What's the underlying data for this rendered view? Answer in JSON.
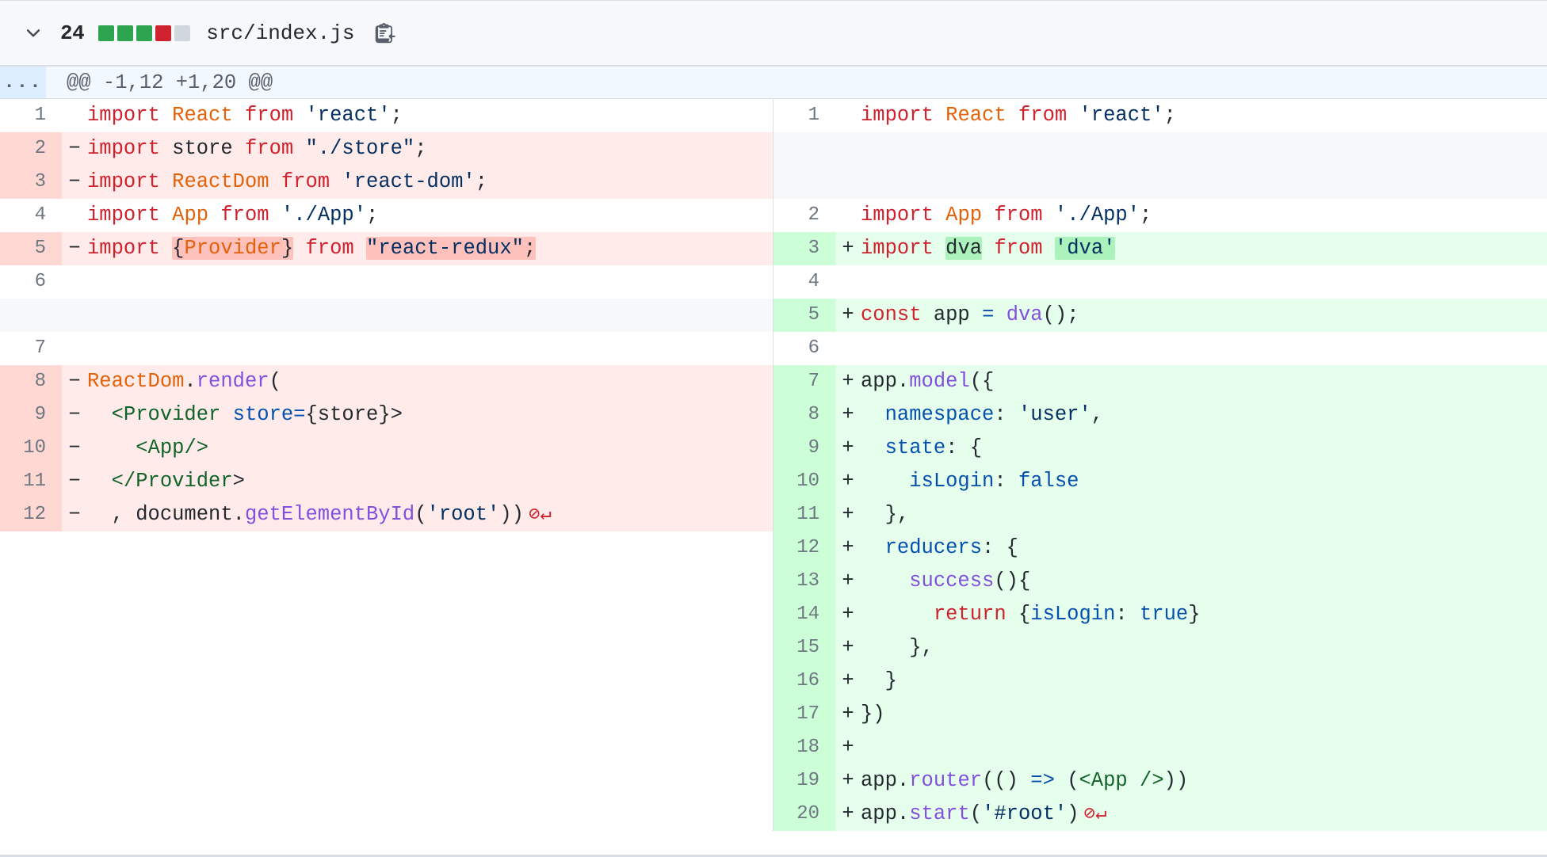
{
  "header": {
    "chevron_icon": "chevron-down-icon",
    "changes_count": "24",
    "diffstat_blocks": [
      "add",
      "add",
      "add",
      "del",
      "neutral"
    ],
    "file_path": "src/index.js",
    "copy_icon": "copy-path-icon"
  },
  "hunk": {
    "expand_label": "...",
    "header": "@@ -1,12 +1,20 @@"
  },
  "colors": {
    "add_bg": "#e6ffec",
    "add_num_bg": "#ccffd8",
    "add_word": "#abf2bc",
    "del_bg": "#ffebe9",
    "del_num_bg": "#ffd8d3",
    "del_word": "#ffc1bc",
    "hunk_bg": "#f1f8ff",
    "empty_bg": "#f6f8fa",
    "border": "#d8dee4",
    "diffstat_add": "#2da44e",
    "diffstat_del": "#cf222e",
    "diffstat_neutral": "#d0d7de"
  },
  "rows": [
    {
      "left": {
        "state": "ctx",
        "num": "1",
        "marker": "",
        "code": "import React from 'react';"
      },
      "right": {
        "state": "ctx",
        "num": "1",
        "marker": "",
        "code": "import React from 'react';"
      }
    },
    {
      "left": {
        "state": "del",
        "num": "2",
        "marker": "−",
        "code": "import store from \"./store\";"
      },
      "right": {
        "state": "empty",
        "num": "",
        "marker": "",
        "code": ""
      }
    },
    {
      "left": {
        "state": "del",
        "num": "3",
        "marker": "−",
        "code": "import ReactDom from 'react-dom';"
      },
      "right": {
        "state": "empty",
        "num": "",
        "marker": "",
        "code": ""
      }
    },
    {
      "left": {
        "state": "ctx",
        "num": "4",
        "marker": "",
        "code": "import App from './App';"
      },
      "right": {
        "state": "ctx",
        "num": "2",
        "marker": "",
        "code": "import App from './App';"
      }
    },
    {
      "left": {
        "state": "del",
        "num": "5",
        "marker": "−",
        "code": "import {Provider} from \"react-redux\";"
      },
      "right": {
        "state": "add",
        "num": "3",
        "marker": "+",
        "code": "import dva from 'dva'"
      }
    },
    {
      "left": {
        "state": "ctx",
        "num": "6",
        "marker": "",
        "code": ""
      },
      "right": {
        "state": "ctx",
        "num": "4",
        "marker": "",
        "code": ""
      }
    },
    {
      "left": {
        "state": "empty",
        "num": "",
        "marker": "",
        "code": ""
      },
      "right": {
        "state": "add",
        "num": "5",
        "marker": "+",
        "code": "const app = dva();"
      }
    },
    {
      "left": {
        "state": "ctx",
        "num": "7",
        "marker": "",
        "code": ""
      },
      "right": {
        "state": "ctx",
        "num": "6",
        "marker": "",
        "code": ""
      }
    },
    {
      "left": {
        "state": "del",
        "num": "8",
        "marker": "−",
        "code": "ReactDom.render("
      },
      "right": {
        "state": "add",
        "num": "7",
        "marker": "+",
        "code": "app.model({"
      }
    },
    {
      "left": {
        "state": "del",
        "num": "9",
        "marker": "−",
        "code": "  <Provider store={store}>"
      },
      "right": {
        "state": "add",
        "num": "8",
        "marker": "+",
        "code": "  namespace: 'user',"
      }
    },
    {
      "left": {
        "state": "del",
        "num": "10",
        "marker": "−",
        "code": "    <App/>"
      },
      "right": {
        "state": "add",
        "num": "9",
        "marker": "+",
        "code": "  state: {"
      }
    },
    {
      "left": {
        "state": "del",
        "num": "11",
        "marker": "−",
        "code": "  </Provider>"
      },
      "right": {
        "state": "add",
        "num": "10",
        "marker": "+",
        "code": "    isLogin: false"
      }
    },
    {
      "left": {
        "state": "del",
        "num": "12",
        "marker": "−",
        "code": "  , document.getElementById('root'))",
        "no_newline": true
      },
      "right": {
        "state": "add",
        "num": "11",
        "marker": "+",
        "code": "  },"
      }
    },
    {
      "left": {
        "state": "blank",
        "num": "",
        "marker": "",
        "code": ""
      },
      "right": {
        "state": "add",
        "num": "12",
        "marker": "+",
        "code": "  reducers: {"
      }
    },
    {
      "left": {
        "state": "blank",
        "num": "",
        "marker": "",
        "code": ""
      },
      "right": {
        "state": "add",
        "num": "13",
        "marker": "+",
        "code": "    success(){"
      }
    },
    {
      "left": {
        "state": "blank",
        "num": "",
        "marker": "",
        "code": ""
      },
      "right": {
        "state": "add",
        "num": "14",
        "marker": "+",
        "code": "      return {isLogin: true}"
      }
    },
    {
      "left": {
        "state": "blank",
        "num": "",
        "marker": "",
        "code": ""
      },
      "right": {
        "state": "add",
        "num": "15",
        "marker": "+",
        "code": "    },"
      }
    },
    {
      "left": {
        "state": "blank",
        "num": "",
        "marker": "",
        "code": ""
      },
      "right": {
        "state": "add",
        "num": "16",
        "marker": "+",
        "code": "  }"
      }
    },
    {
      "left": {
        "state": "blank",
        "num": "",
        "marker": "",
        "code": ""
      },
      "right": {
        "state": "add",
        "num": "17",
        "marker": "+",
        "code": "})"
      }
    },
    {
      "left": {
        "state": "blank",
        "num": "",
        "marker": "",
        "code": ""
      },
      "right": {
        "state": "add",
        "num": "18",
        "marker": "+",
        "code": ""
      }
    },
    {
      "left": {
        "state": "blank",
        "num": "",
        "marker": "",
        "code": ""
      },
      "right": {
        "state": "add",
        "num": "19",
        "marker": "+",
        "code": "app.router(() => (<App />))"
      }
    },
    {
      "left": {
        "state": "blank",
        "num": "",
        "marker": "",
        "code": ""
      },
      "right": {
        "state": "add",
        "num": "20",
        "marker": "+",
        "code": "app.start('#root')",
        "no_newline": true
      }
    }
  ],
  "no_newline_marker": "⊘↵"
}
